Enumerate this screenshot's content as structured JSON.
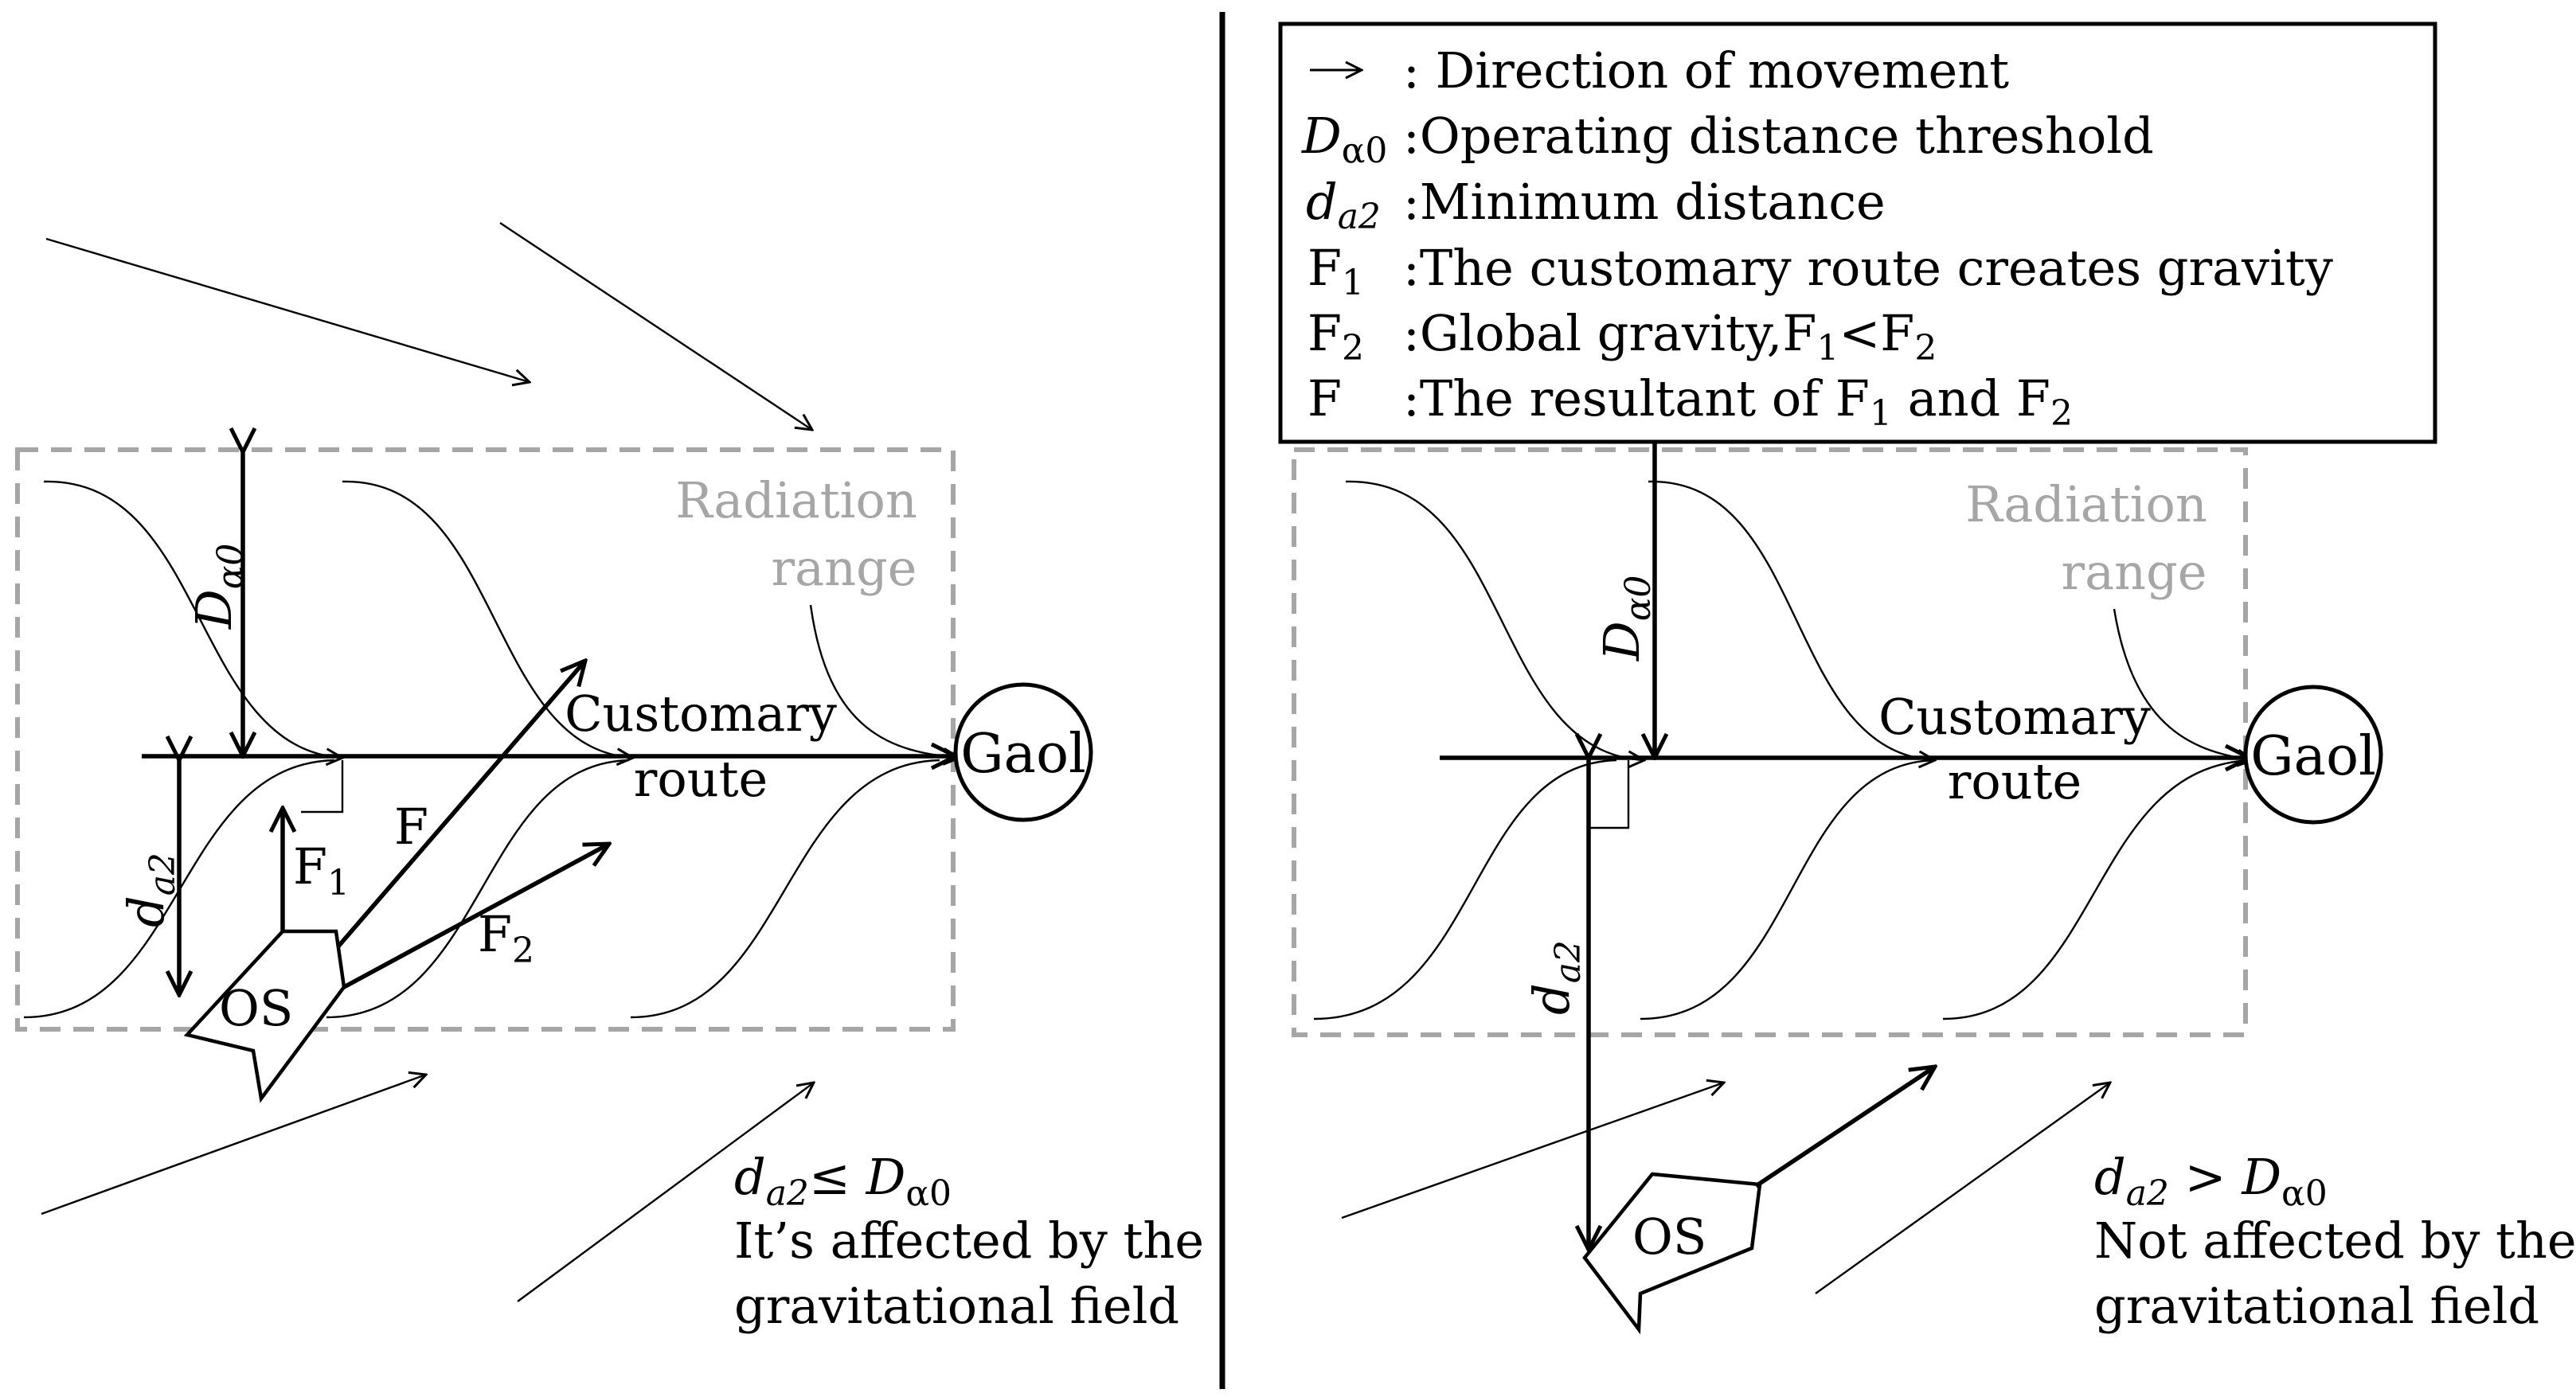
{
  "legend": {
    "arrow_text": ": Direction of movement",
    "d_threshold_sym": "D",
    "d_threshold_sub": "α0",
    "d_threshold_text": ":Operating distance threshold",
    "d_min_sym": "d",
    "d_min_sub": "a2",
    "d_min_text": ":Minimum distance",
    "f1_sym": "F",
    "f1_sub": "1",
    "f1_text": ":The customary route creates gravity",
    "f2_sym": "F",
    "f2_sub": "2",
    "f2_text_a": ":Global gravity,F",
    "f2_text_sub1": "1",
    "f2_text_b": "<F",
    "f2_text_sub2": "2",
    "f_sym": "F",
    "f_text_a": ":The resultant of F",
    "f_text_sub1": "1",
    "f_text_b": " and  F",
    "f_text_sub2": "2"
  },
  "left_panel": {
    "radiation_line1": "Radiation",
    "radiation_line2": "range",
    "route_line1": "Customary",
    "route_line2": "route",
    "goal": "Gaol",
    "ship": "OS",
    "d_sym": "D",
    "d_sub": "α0",
    "dmin_sym": "d",
    "dmin_sub": "a2",
    "f1_sym": "F",
    "f1_sub": "1",
    "f_label": "F",
    "f2_sym": "F",
    "f2_sub": "2",
    "cond_a": "d",
    "cond_a_sub": "a2",
    "cond_op": "≤ ",
    "cond_b": "D",
    "cond_b_sub": "α0",
    "caption_line1": "It’s affected by the",
    "caption_line2": "gravitational field"
  },
  "right_panel": {
    "radiation_line1": "Radiation",
    "radiation_line2": "range",
    "route_line1": "Customary",
    "route_line2": "route",
    "goal": "Gaol",
    "ship": "OS",
    "d_sym": "D",
    "d_sub": "α0",
    "dmin_sym": "d",
    "dmin_sub": "a2",
    "cond_a": "d",
    "cond_a_sub": "a2",
    "cond_op": " > ",
    "cond_b": "D",
    "cond_b_sub": "α0",
    "caption_line1": "Not affected by the",
    "caption_line2": "gravitational field"
  }
}
